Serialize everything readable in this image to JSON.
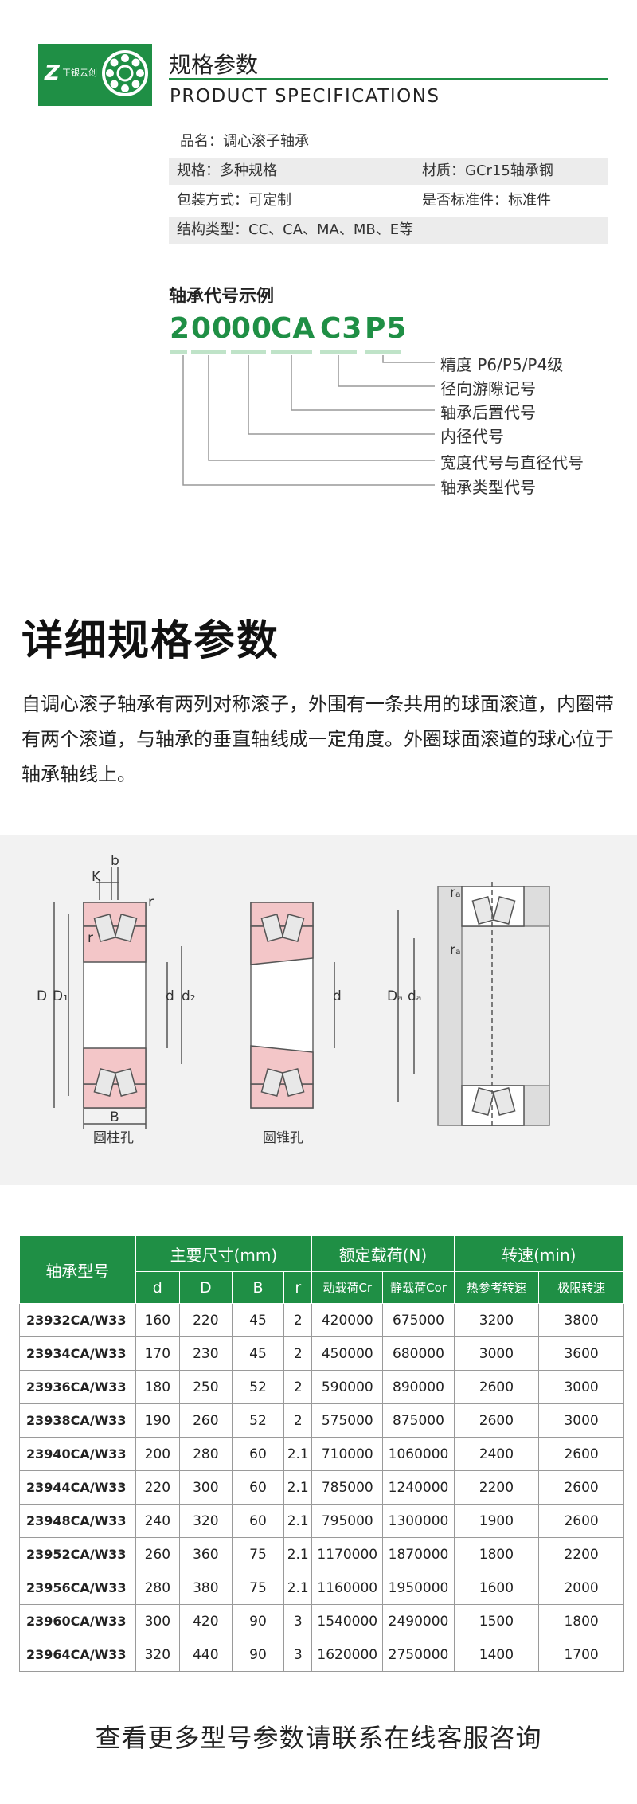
{
  "header": {
    "logo_text": "正银云创",
    "title": "规格参数",
    "subtitle": "PRODUCT SPECIFICATIONS"
  },
  "info": {
    "name": "品名：调心滚子轴承",
    "spec": "规格：多种规格",
    "material": "材质：GCr15轴承钢",
    "package": "包装方式：可定制",
    "standard": "是否标准件：标准件",
    "structure": "结构类型：CC、CA、MA、MB、E等"
  },
  "code_example": {
    "title": "轴承代号示例",
    "parts": [
      "2",
      "00",
      "00",
      "CA",
      "C3",
      "P5"
    ],
    "labels": [
      "精度 P6/P5/P4级",
      "径向游隙记号",
      "轴承后置代号",
      "内径代号",
      "宽度代号与直径代号",
      "轴承类型代号"
    ]
  },
  "detail": {
    "title": "详细规格参数",
    "paragraph": "自调心滚子轴承有两列对称滚子，外围有一条共用的球面滚道，内圈带有两个滚道，与轴承的垂直轴线成一定角度。外圈球面滚道的球心位于轴承轴线上。"
  },
  "diagram": {
    "caption_left": "圆柱孔",
    "caption_mid": "圆锥孔",
    "labels": {
      "b": "b",
      "K": "K",
      "r": "r",
      "D": "D",
      "D1": "D₁",
      "d": "d",
      "d2": "d₂",
      "B": "B",
      "ra": "rₐ",
      "Da": "Dₐ",
      "da": "dₐ"
    }
  },
  "table": {
    "head_model": "轴承型号",
    "group_dims": "主要尺寸(mm)",
    "group_load": "额定载荷(N)",
    "group_speed": "转速(min)",
    "sub": [
      "d",
      "D",
      "B",
      "r",
      "动载荷Cr",
      "静载荷Cor",
      "热参考转速",
      "极限转速"
    ],
    "rows": [
      [
        "23932CA/W33",
        "160",
        "220",
        "45",
        "2",
        "420000",
        "675000",
        "3200",
        "3800"
      ],
      [
        "23934CA/W33",
        "170",
        "230",
        "45",
        "2",
        "450000",
        "680000",
        "3000",
        "3600"
      ],
      [
        "23936CA/W33",
        "180",
        "250",
        "52",
        "2",
        "590000",
        "890000",
        "2600",
        "3000"
      ],
      [
        "23938CA/W33",
        "190",
        "260",
        "52",
        "2",
        "575000",
        "875000",
        "2600",
        "3000"
      ],
      [
        "23940CA/W33",
        "200",
        "280",
        "60",
        "2.1",
        "710000",
        "1060000",
        "2400",
        "2600"
      ],
      [
        "23944CA/W33",
        "220",
        "300",
        "60",
        "2.1",
        "785000",
        "1240000",
        "2200",
        "2600"
      ],
      [
        "23948CA/W33",
        "240",
        "320",
        "60",
        "2.1",
        "795000",
        "1300000",
        "1900",
        "2600"
      ],
      [
        "23952CA/W33",
        "260",
        "360",
        "75",
        "2.1",
        "1170000",
        "1870000",
        "1800",
        "2200"
      ],
      [
        "23956CA/W33",
        "280",
        "380",
        "75",
        "2.1",
        "1160000",
        "1950000",
        "1600",
        "2000"
      ],
      [
        "23960CA/W33",
        "300",
        "420",
        "90",
        "3",
        "1540000",
        "2490000",
        "1500",
        "1800"
      ],
      [
        "23964CA/W33",
        "320",
        "440",
        "90",
        "3",
        "1620000",
        "2750000",
        "1400",
        "1700"
      ]
    ]
  },
  "footer": "查看更多型号参数请联系在线客服咨询",
  "colors": {
    "brand_green": "#1f8f45",
    "bearing_pink": "#f3c6c8"
  }
}
